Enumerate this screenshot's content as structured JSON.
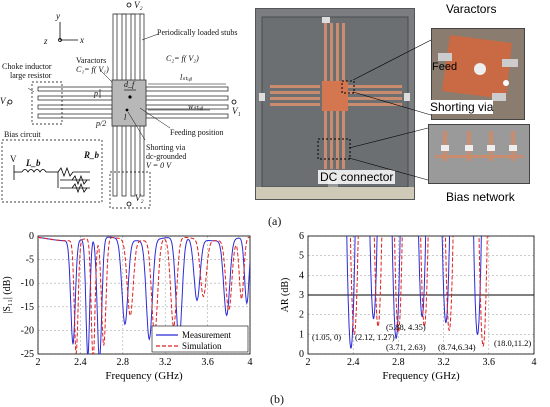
{
  "schematic": {
    "axis_y": "y",
    "axis_z": "z",
    "axis_x": "x",
    "v2_top": "V₂",
    "v2_bottom": "V₂",
    "v1_left": "V₁",
    "v1_right": "V₁",
    "periodic_stubs": "Periodically loaded stubs",
    "varactors": "Varactors",
    "c1": "C₁= f( V₁)",
    "c2": "C₂= f( V₂)",
    "choke": "Choke inductor",
    "large_resistor": "large resistor",
    "l_stub": "lₛₜᵤᵦ",
    "w_stub": "wₛₜᵤᵦ",
    "p": "p",
    "p_half": "p/2",
    "df": "d_f",
    "l": "l",
    "feeding": "Feeding position",
    "shorting": "Shorting via",
    "dc_grounded": "dc-grounded",
    "v0": "V = 0 V",
    "bias_circuit": "Bias circuit",
    "v": "V",
    "lb": "L_b",
    "rb": "R_b"
  },
  "photos": {
    "varactors": "Varactors",
    "feed": "Feed",
    "shorting_via": "Shorting via",
    "dc_connector": "DC connector",
    "bias_network": "Bias network"
  },
  "captions": {
    "a": "(a)",
    "b": "(b)"
  },
  "chart_data": [
    {
      "type": "line",
      "xlabel": "Frequency (GHz)",
      "ylabel": "|S₁₁| (dB)",
      "xlim": [
        2,
        4
      ],
      "ylim": [
        -25,
        0
      ],
      "xticks": [
        "2",
        "2.4",
        "2.8",
        "3.2",
        "3.6",
        "4"
      ],
      "yticks": [
        "0",
        "-5",
        "-10",
        "-15",
        "-20",
        "-25"
      ],
      "grid": true,
      "legend_position": "bottom-right",
      "series": [
        {
          "name": "Measurement",
          "color": "#2b2bd6",
          "style": "solid",
          "dips": [
            {
              "f": 2.33,
              "depth": -22,
              "width": 0.03
            },
            {
              "f": 2.47,
              "depth": -25,
              "width": 0.025
            },
            {
              "f": 2.58,
              "depth": -26,
              "width": 0.03
            },
            {
              "f": 2.82,
              "depth": -18,
              "width": 0.04
            },
            {
              "f": 3.05,
              "depth": -21,
              "width": 0.04
            },
            {
              "f": 3.33,
              "depth": -22,
              "width": 0.04
            },
            {
              "f": 3.5,
              "depth": -13,
              "width": 0.04
            },
            {
              "f": 3.78,
              "depth": -16,
              "width": 0.04
            },
            {
              "f": 3.97,
              "depth": -14,
              "width": 0.03
            }
          ]
        },
        {
          "name": "Simulation",
          "color": "#e02020",
          "style": "dashed",
          "dips": [
            {
              "f": 2.36,
              "depth": -24,
              "width": 0.025
            },
            {
              "f": 2.52,
              "depth": -26,
              "width": 0.025
            },
            {
              "f": 2.62,
              "depth": -23,
              "width": 0.03
            },
            {
              "f": 2.87,
              "depth": -16,
              "width": 0.04
            },
            {
              "f": 3.1,
              "depth": -20,
              "width": 0.04
            },
            {
              "f": 3.28,
              "depth": -19,
              "width": 0.04
            },
            {
              "f": 3.56,
              "depth": -12,
              "width": 0.04
            },
            {
              "f": 3.8,
              "depth": -15,
              "width": 0.04
            },
            {
              "f": 3.92,
              "depth": -13,
              "width": 0.03
            }
          ]
        }
      ]
    },
    {
      "type": "line",
      "xlabel": "Frequency (GHz)",
      "ylabel": "AR (dB)",
      "xlim": [
        2,
        4
      ],
      "ylim": [
        0,
        6
      ],
      "xticks": [
        "2",
        "2.4",
        "2.8",
        "3.2",
        "3.6",
        "4"
      ],
      "yticks": [
        "0",
        "1",
        "2",
        "3",
        "4",
        "5",
        "6"
      ],
      "grid": true,
      "reference_line": 3,
      "annotations": [
        "(1.05, 0)",
        "(2.12, 1.27)",
        "(5.88, 4.35)",
        "(3.71, 2.63)",
        "(8.74,6.34)",
        "(18.0,11.2)"
      ],
      "series": [
        {
          "name": "Measurement",
          "color": "#2b2bd6",
          "style": "solid",
          "minima": [
            {
              "f": 2.38,
              "min": 0.3
            },
            {
              "f": 2.58,
              "min": 1.8
            },
            {
              "f": 2.78,
              "min": 0.8
            },
            {
              "f": 3.01,
              "min": 1.9
            },
            {
              "f": 3.22,
              "min": 1.6
            },
            {
              "f": 3.5,
              "min": 1.0
            }
          ]
        },
        {
          "name": "Simulation",
          "color": "#e02020",
          "style": "dashed",
          "minima": [
            {
              "f": 2.41,
              "min": 1.0
            },
            {
              "f": 2.62,
              "min": 1.4
            },
            {
              "f": 2.8,
              "min": 1.1
            },
            {
              "f": 3.03,
              "min": 1.4
            },
            {
              "f": 3.25,
              "min": 1.2
            },
            {
              "f": 3.55,
              "min": 0.4
            }
          ]
        }
      ]
    }
  ]
}
